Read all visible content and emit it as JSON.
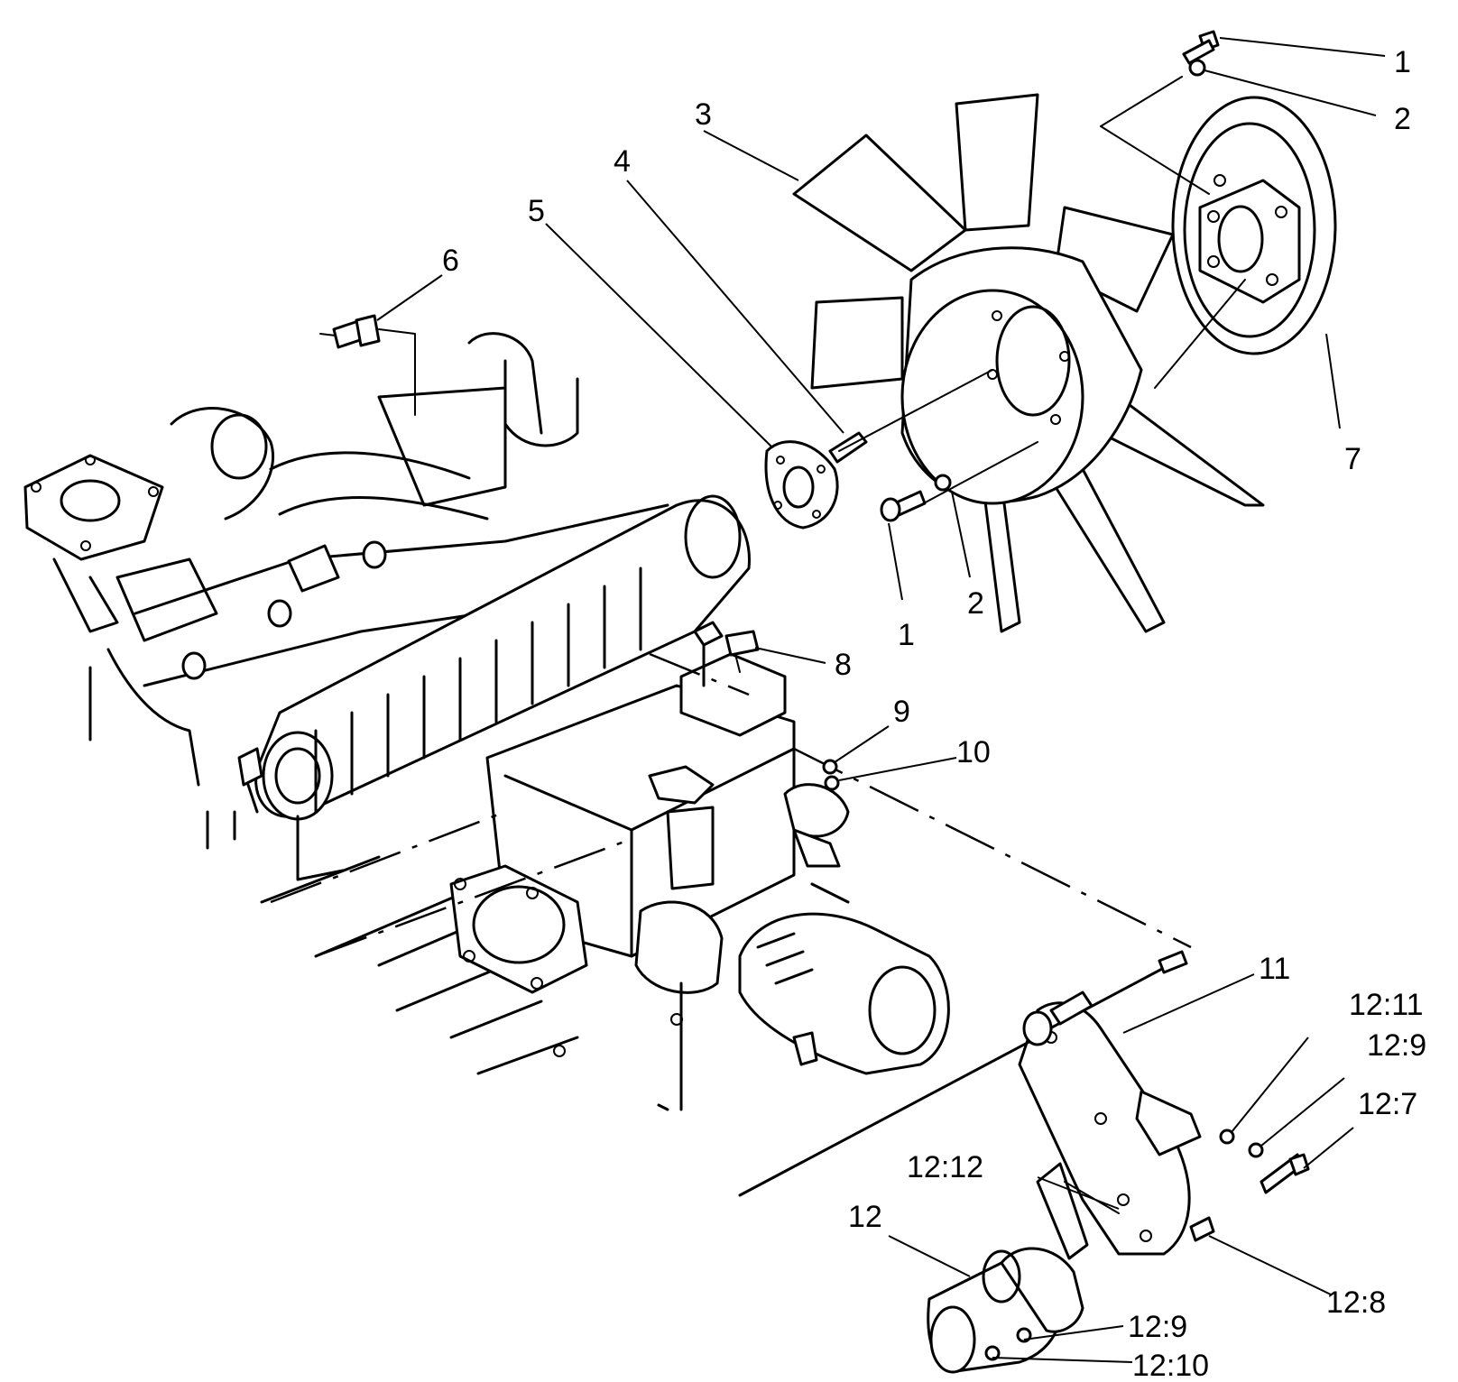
{
  "diagram": {
    "type": "exploded parts diagram",
    "callouts": [
      {
        "id": "c1-top",
        "text": "1"
      },
      {
        "id": "c2-top",
        "text": "2"
      },
      {
        "id": "c3",
        "text": "3"
      },
      {
        "id": "c4",
        "text": "4"
      },
      {
        "id": "c5",
        "text": "5"
      },
      {
        "id": "c6",
        "text": "6"
      },
      {
        "id": "c7",
        "text": "7"
      },
      {
        "id": "c2-mid",
        "text": "2"
      },
      {
        "id": "c1-mid",
        "text": "1"
      },
      {
        "id": "c8",
        "text": "8"
      },
      {
        "id": "c9",
        "text": "9"
      },
      {
        "id": "c10",
        "text": "10"
      },
      {
        "id": "c11",
        "text": "11"
      },
      {
        "id": "c12-11",
        "text": "12:11"
      },
      {
        "id": "c12-9a",
        "text": "12:9"
      },
      {
        "id": "c12-7",
        "text": "12:7"
      },
      {
        "id": "c12-12",
        "text": "12:12"
      },
      {
        "id": "c12",
        "text": "12"
      },
      {
        "id": "c12-8",
        "text": "12:8"
      },
      {
        "id": "c12-9b",
        "text": "12:9"
      },
      {
        "id": "c12-10",
        "text": "12:10"
      }
    ]
  }
}
